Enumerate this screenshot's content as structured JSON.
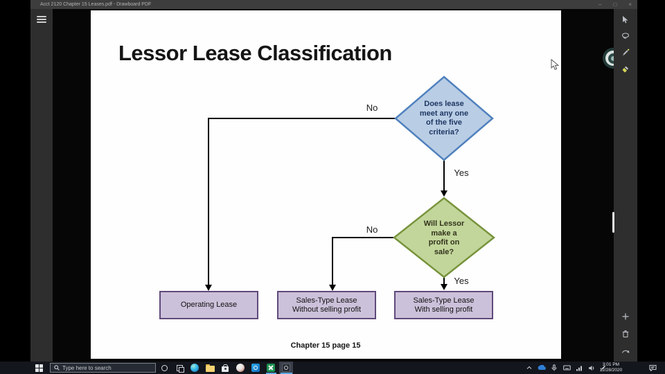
{
  "titlebar": {
    "title": "Acct 2120 Chapter 15 Leases.pdf - Drawboard PDF",
    "minimize": "–",
    "maximize": "□",
    "close": "×"
  },
  "slide": {
    "title": "Lessor Lease Classification",
    "decision_blue": "Does lease\nmeet any one\nof the five\ncriteria?",
    "label_no_top": "No",
    "label_yes_top": "Yes",
    "decision_green": "Will Lessor\nmake a\nprofit on\nsale?",
    "label_no_bottom": "No",
    "label_yes_bottom": "Yes",
    "box_operating": "Operating Lease",
    "box_sales_without": "Sales-Type Lease\nWithout selling profit",
    "box_sales_with": "Sales-Type Lease\nWith selling profit",
    "caption": "Chapter 15 page 15"
  },
  "taskbar": {
    "search_placeholder": "Type here to search",
    "time": "3:01 PM",
    "date": "12/28/2020"
  },
  "colors": {
    "diamond-blue-fill": "#b9cde5",
    "diamond-blue-border": "#4f81bd",
    "diamond-blue-text": "#1f3864",
    "diamond-green-fill": "#c2d69b",
    "diamond-green-border": "#77933c",
    "diamond-green-text": "#33331c",
    "box-purple-fill": "#ccc1da",
    "box-purple-border": "#5f497a",
    "arrow": "#000000",
    "accent-underline": "#5aa7e0",
    "radial-teal": "#2c4a47"
  }
}
